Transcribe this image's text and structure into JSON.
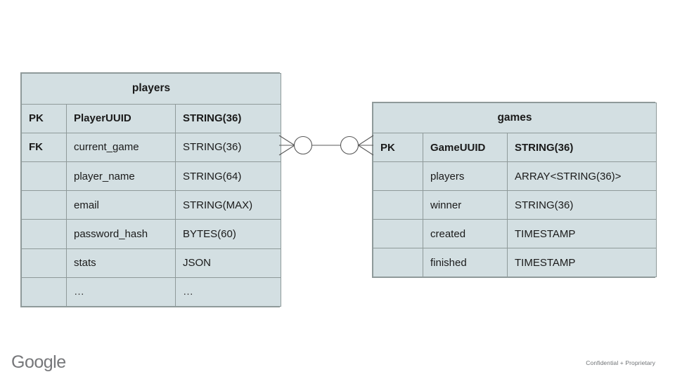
{
  "diagram": {
    "type": "entity-relationship",
    "colors": {
      "entity_fill": "#d3dfe2",
      "entity_border": "#8f9a9a",
      "connector": "#595959",
      "background": "#ffffff",
      "footer_text": "#76777a"
    },
    "entities": [
      {
        "id": "players",
        "title": "players",
        "columns": [
          "key",
          "name",
          "type"
        ],
        "rows": [
          {
            "key": "PK",
            "name": "PlayerUUID",
            "type": "STRING(36)",
            "bold": true
          },
          {
            "key": "FK",
            "name": "current_game",
            "type": "STRING(36)",
            "bold": false
          },
          {
            "key": "",
            "name": "player_name",
            "type": "STRING(64)",
            "bold": false
          },
          {
            "key": "",
            "name": "email",
            "type": "STRING(MAX)",
            "bold": false
          },
          {
            "key": "",
            "name": "password_hash",
            "type": "BYTES(60)",
            "bold": false
          },
          {
            "key": "",
            "name": "stats",
            "type": "JSON",
            "bold": false
          },
          {
            "key": "",
            "name": "…",
            "type": "…",
            "bold": false
          }
        ]
      },
      {
        "id": "games",
        "title": "games",
        "columns": [
          "key",
          "name",
          "type"
        ],
        "rows": [
          {
            "key": "PK",
            "name": "GameUUID",
            "type": "STRING(36)",
            "bold": true
          },
          {
            "key": "",
            "name": "players",
            "type": "ARRAY<STRING(36)>",
            "bold": false
          },
          {
            "key": "",
            "name": "winner",
            "type": "STRING(36)",
            "bold": false
          },
          {
            "key": "",
            "name": "created",
            "type": "TIMESTAMP",
            "bold": false
          },
          {
            "key": "",
            "name": "finished",
            "type": "TIMESTAMP",
            "bold": false
          }
        ]
      }
    ],
    "relationship": {
      "from": "players",
      "to": "games",
      "left_cardinality": "zero-or-many",
      "right_cardinality": "zero-or-many",
      "notation": "crows-foot"
    }
  },
  "footer": {
    "logo_text": "Google",
    "confidential_text": "Confidential + Proprietary"
  }
}
